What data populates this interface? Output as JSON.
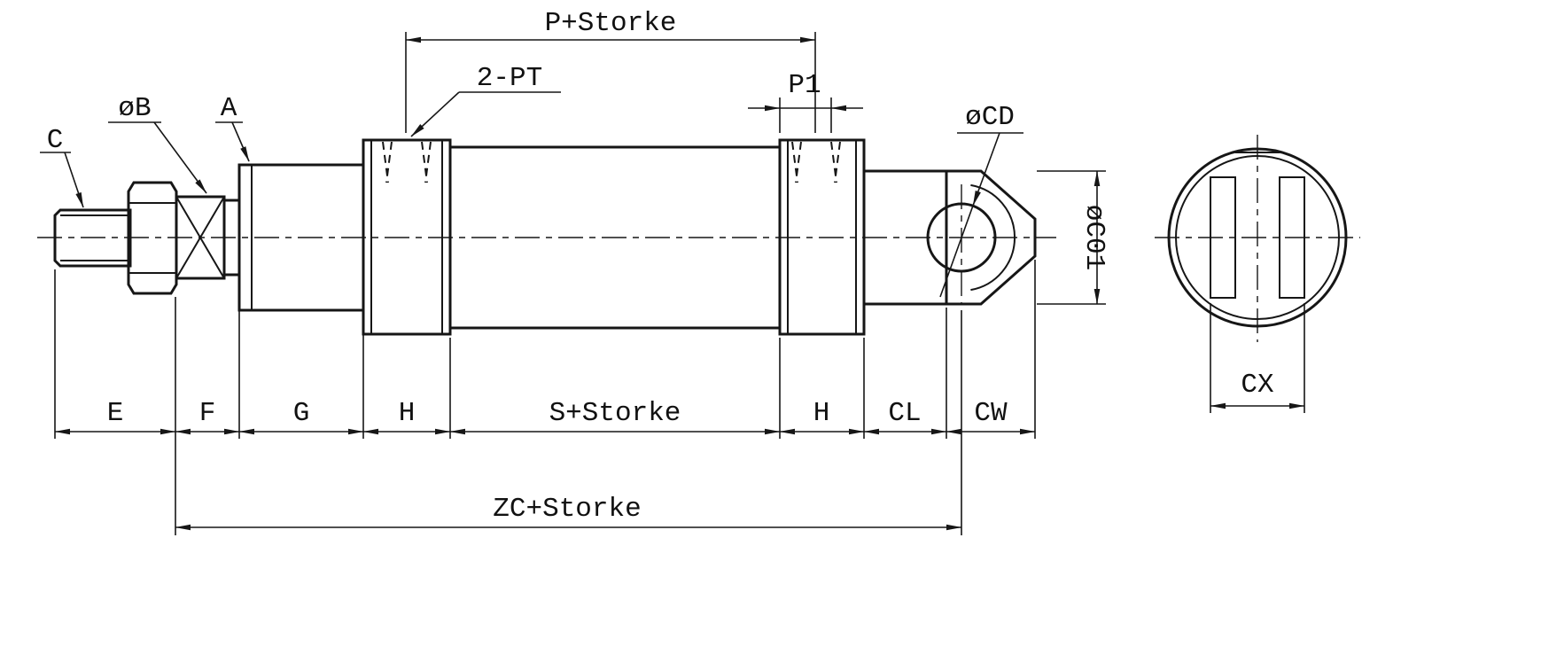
{
  "drawing": {
    "kind": "engineering-dimension-drawing",
    "subject": "Pneumatic cylinder with rear clevis mount — side view and end view",
    "colors": {
      "line": "#161616",
      "background": "#ffffff"
    },
    "callouts": {
      "rod_thread": "C",
      "nut_diameter": "øB",
      "rod_flats": "A",
      "ports": "2-PT",
      "clevis_pin_hole": "øCD"
    },
    "dimensions": {
      "p_stroke": "P+Storke",
      "p1": "P1",
      "cap_diameter": "øC01",
      "e": "E",
      "f": "F",
      "g": "G",
      "h_front": "H",
      "s_stroke": "S+Storke",
      "h_rear": "H",
      "cl": "CL",
      "cw": "CW",
      "zc_stroke": "ZC+Storke",
      "cx": "CX"
    }
  }
}
